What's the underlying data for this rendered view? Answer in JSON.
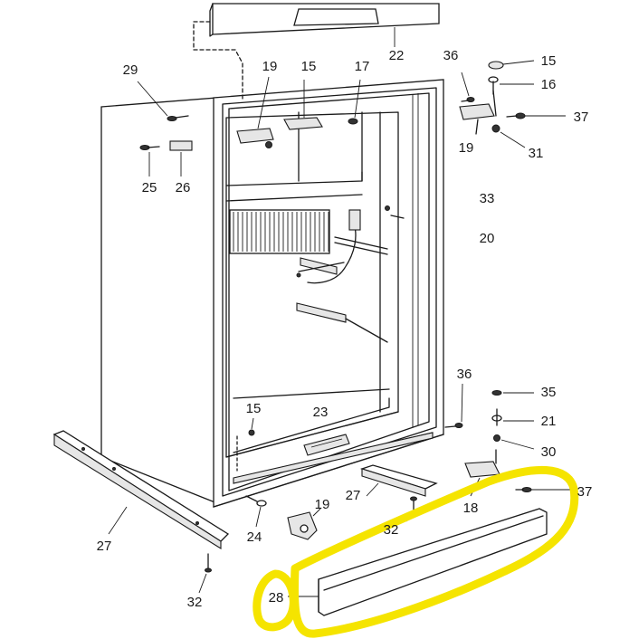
{
  "diagram": {
    "callouts": [
      {
        "id": "c22a",
        "text": "22"
      },
      {
        "id": "c29",
        "text": "29"
      },
      {
        "id": "c19a",
        "text": "19"
      },
      {
        "id": "c15a",
        "text": "15"
      },
      {
        "id": "c17",
        "text": "17"
      },
      {
        "id": "c36a",
        "text": "36"
      },
      {
        "id": "c15b",
        "text": "15"
      },
      {
        "id": "c16",
        "text": "16"
      },
      {
        "id": "c37a",
        "text": "37"
      },
      {
        "id": "c19b",
        "text": "19"
      },
      {
        "id": "c31",
        "text": "31"
      },
      {
        "id": "c25",
        "text": "25"
      },
      {
        "id": "c26",
        "text": "26"
      },
      {
        "id": "c33",
        "text": "33"
      },
      {
        "id": "c20",
        "text": "20"
      },
      {
        "id": "c36b",
        "text": "36"
      },
      {
        "id": "c35",
        "text": "35"
      },
      {
        "id": "c21",
        "text": "21"
      },
      {
        "id": "c15c",
        "text": "15"
      },
      {
        "id": "c23",
        "text": "23"
      },
      {
        "id": "c30",
        "text": "30"
      },
      {
        "id": "c27a",
        "text": "27"
      },
      {
        "id": "c18",
        "text": "18"
      },
      {
        "id": "c37b",
        "text": "37"
      },
      {
        "id": "c19c",
        "text": "19"
      },
      {
        "id": "c32a",
        "text": "32"
      },
      {
        "id": "c24",
        "text": "24"
      },
      {
        "id": "c27b",
        "text": "27"
      },
      {
        "id": "c32b",
        "text": "32"
      },
      {
        "id": "c28",
        "text": "28"
      }
    ],
    "highlight_color": "#f5e400"
  }
}
